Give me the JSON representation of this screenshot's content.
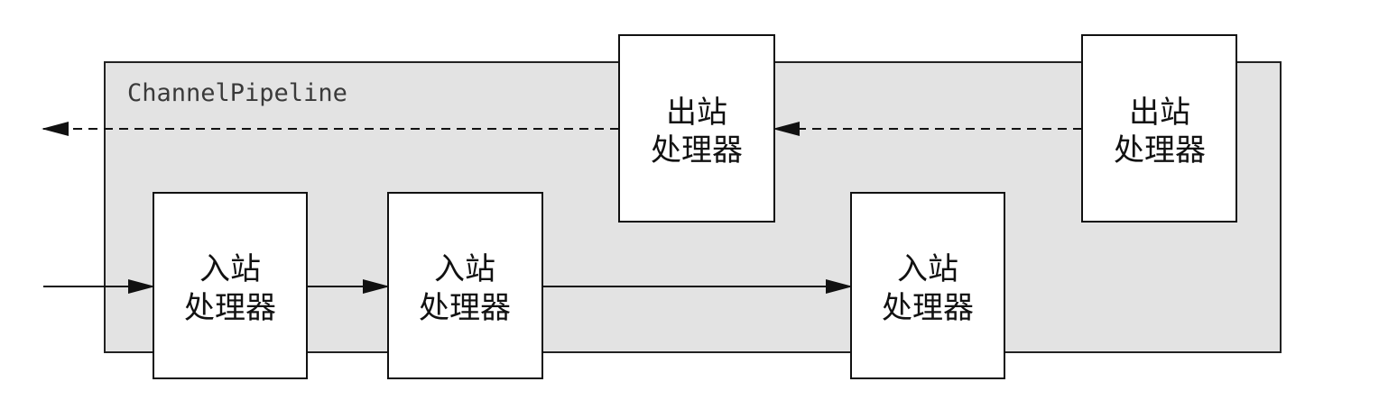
{
  "pipeline": {
    "label": "ChannelPipeline",
    "fill": "#e3e3e3",
    "stroke": "#222222"
  },
  "handlers": {
    "inbound": [
      {
        "line1": "入站",
        "line2": "处理器"
      },
      {
        "line1": "入站",
        "line2": "处理器"
      },
      {
        "line1": "入站",
        "line2": "处理器"
      }
    ],
    "outbound": [
      {
        "line1": "出站",
        "line2": "处理器"
      },
      {
        "line1": "出站",
        "line2": "处理器"
      }
    ]
  },
  "colors": {
    "handler_fill": "#ffffff",
    "line": "#111111"
  }
}
